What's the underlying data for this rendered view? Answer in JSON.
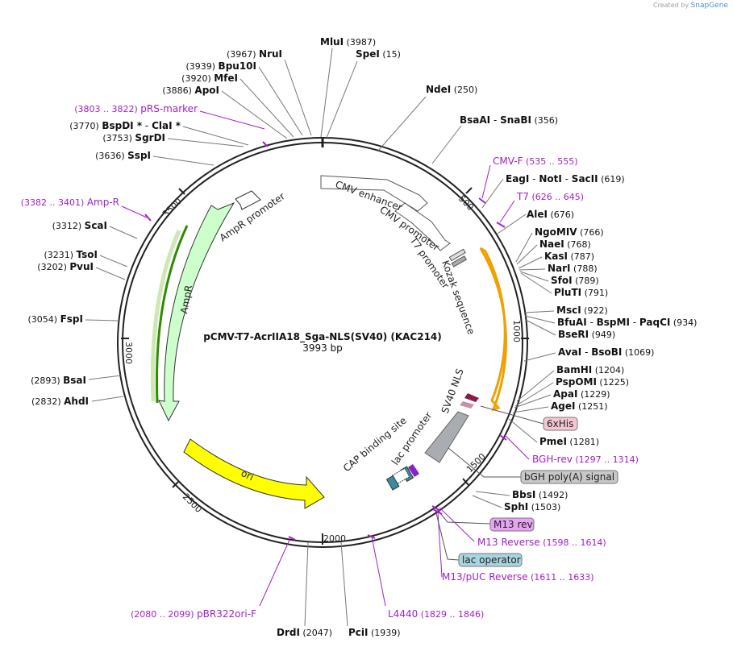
{
  "credit": {
    "prefix": "Created by",
    "brand": "SnapGene"
  },
  "plasmid": {
    "name": "pCMV-T7-AcrIIA18_Sga-NLS(SV40) (KAC214)",
    "size": "3993 bp"
  },
  "ticks": [
    "500",
    "1000",
    "1500",
    "2000",
    "2500",
    "3000",
    "3500"
  ],
  "colors": {
    "purple": "#a020c8",
    "enhancer": "#ffffff",
    "amp": "#ccffcc",
    "ori": "#ffff00",
    "cds_orange": "#ffffff"
  },
  "enzymes": [
    {
      "name": "MluI",
      "pos": "(3987)"
    },
    {
      "name": "SpeI",
      "pos": "(15)"
    },
    {
      "name": "NdeI",
      "pos": "(250)"
    },
    {
      "name": "BsaAI",
      "sep": "-",
      "name2": "SnaBI",
      "pos": "(356)"
    },
    {
      "name": "EagI",
      "sep": "-",
      "name2": "NotI",
      "sep2": "-",
      "name3": "SacII",
      "pos": "(619)"
    },
    {
      "name": "AleI",
      "pos": "(676)"
    },
    {
      "name": "NgoMIV",
      "pos": "(766)"
    },
    {
      "name": "NaeI",
      "pos": "(768)"
    },
    {
      "name": "KasI",
      "pos": "(787)"
    },
    {
      "name": "NarI",
      "pos": "(788)"
    },
    {
      "name": "SfoI",
      "pos": "(789)"
    },
    {
      "name": "PluTI",
      "pos": "(791)"
    },
    {
      "name": "MscI",
      "pos": "(922)"
    },
    {
      "name": "BfuAI",
      "sep": "-",
      "name2": "BspMI",
      "sep2": "-",
      "name3": "PaqCI",
      "pos": "(934)"
    },
    {
      "name": "BseRI",
      "pos": "(949)"
    },
    {
      "name": "AvaI",
      "sep": "-",
      "name2": "BsoBI",
      "pos": "(1069)"
    },
    {
      "name": "BamHI",
      "pos": "(1204)"
    },
    {
      "name": "PspOMI",
      "pos": "(1225)"
    },
    {
      "name": "ApaI",
      "pos": "(1229)"
    },
    {
      "name": "AgeI",
      "pos": "(1251)"
    },
    {
      "name": "PmeI",
      "pos": "(1281)"
    },
    {
      "name": "BbsI",
      "pos": "(1492)"
    },
    {
      "name": "SphI",
      "pos": "(1503)"
    },
    {
      "name": "PciI",
      "pos": "(1939)"
    },
    {
      "name": "DrdI",
      "pos": "(2047)"
    },
    {
      "name": "AhdI",
      "pos": "(2832)"
    },
    {
      "name": "BsaI",
      "pos": "(2893)"
    },
    {
      "name": "FspI",
      "pos": "(3054)"
    },
    {
      "name": "PvuI",
      "pos": "(3202)"
    },
    {
      "name": "TsoI",
      "pos": "(3231)"
    },
    {
      "name": "ScaI",
      "pos": "(3312)"
    },
    {
      "name": "SspI",
      "pos": "(3636)"
    },
    {
      "name": "SgrDI",
      "pos": "(3753)"
    },
    {
      "name": "BspDI",
      "star": "*",
      "sep": "-",
      "name2": "ClaI",
      "star2": "*",
      "pos": "(3770)"
    },
    {
      "name": "ApoI",
      "pos": "(3886)"
    },
    {
      "name": "MfeI",
      "pos": "(3920)"
    },
    {
      "name": "Bpu10I",
      "pos": "(3939)"
    },
    {
      "name": "NruI",
      "pos": "(3967)"
    }
  ],
  "primers": [
    {
      "name": "CMV-F",
      "range": "(535 .. 555)"
    },
    {
      "name": "T7",
      "range": "(626 .. 645)"
    },
    {
      "name": "BGH-rev",
      "range": "(1297 .. 1314)"
    },
    {
      "name": "M13 Reverse",
      "range": "(1598 .. 1614)"
    },
    {
      "name": "M13/pUC Reverse",
      "range": "(1611 .. 1633)"
    },
    {
      "name": "L4440",
      "range": "(1829 .. 1846)"
    },
    {
      "name": "pBR322ori-F",
      "range": "(2080 .. 2099)"
    },
    {
      "name": "Amp-R",
      "range": "(3382 .. 3401)"
    },
    {
      "name": "pRS-marker",
      "range": "(3803 .. 3822)"
    }
  ],
  "boxed_features": [
    {
      "name": "6xHis",
      "fill": "#f4c6d4"
    },
    {
      "name": "bGH poly(A) signal",
      "fill": "#c8c8c8"
    },
    {
      "name": "M13 rev",
      "fill": "#e8a3f5"
    },
    {
      "name": "lac operator",
      "fill": "#a9d4e0"
    }
  ],
  "inner_labels": {
    "cmv_enhancer": "CMV enhancer",
    "cmv_promoter": "CMV promoter",
    "t7_promoter": "T7 promoter",
    "kozak": "Kozak sequence",
    "ampr_promoter": "AmpR promoter",
    "ampr": "AmpR",
    "ori": "ori",
    "sv40": "SV40 NLS",
    "cap": "CAP binding site",
    "lac_promoter": "lac promoter"
  }
}
